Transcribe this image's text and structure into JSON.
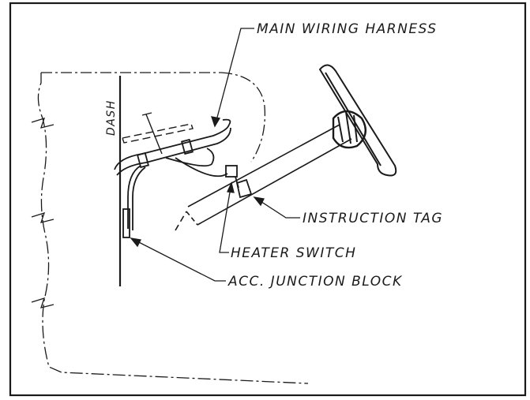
{
  "labels": {
    "main_wiring_harness": "MAIN WIRING HARNESS",
    "dash": "DASH",
    "instruction_tag": "INSTRUCTION TAG",
    "heater_switch": "HEATER SWITCH",
    "acc_junction_block": "ACC. JUNCTION BLOCK"
  },
  "colors": {
    "ink": "#1a1a1a",
    "paper": "#ffffff"
  }
}
